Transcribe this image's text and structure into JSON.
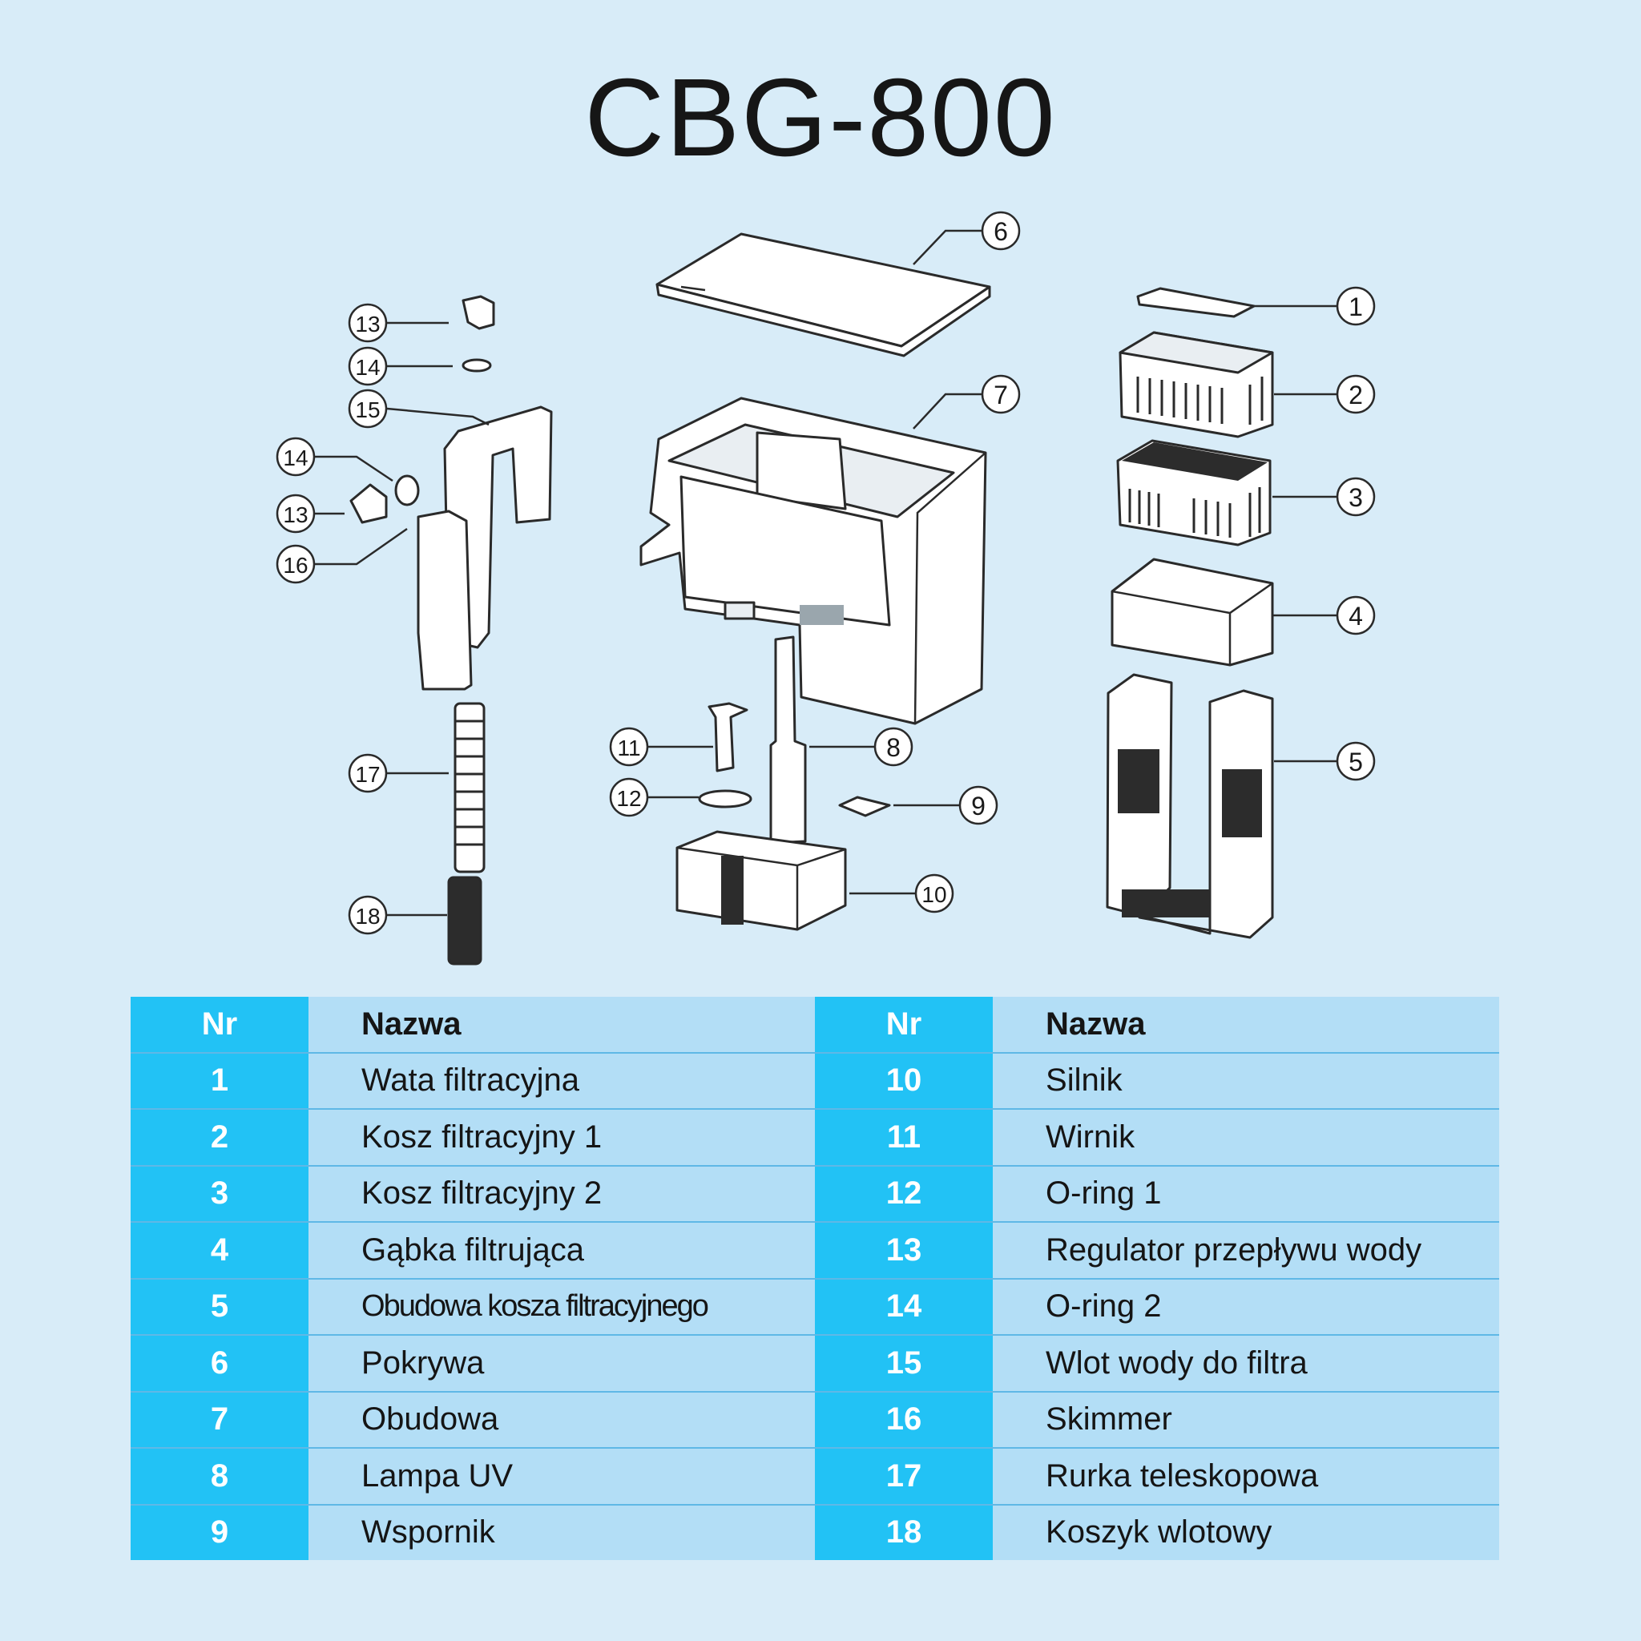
{
  "title": "CBG-800",
  "callouts": [
    "1",
    "2",
    "3",
    "4",
    "5",
    "6",
    "7",
    "8",
    "9",
    "10",
    "11",
    "12",
    "13",
    "14",
    "15",
    "16",
    "17",
    "18"
  ],
  "table": {
    "header_nr": "Nr",
    "header_name": "Nazwa",
    "rows": [
      {
        "left_nr": "1",
        "left_name": "Wata filtracyjna",
        "right_nr": "10",
        "right_name": "Silnik"
      },
      {
        "left_nr": "2",
        "left_name": "Kosz filtracyjny 1",
        "right_nr": "11",
        "right_name": "Wirnik"
      },
      {
        "left_nr": "3",
        "left_name": "Kosz filtracyjny 2",
        "right_nr": "12",
        "right_name": "O-ring 1"
      },
      {
        "left_nr": "4",
        "left_name": "Gąbka filtrująca",
        "right_nr": "13",
        "right_name": "Regulator przepływu wody"
      },
      {
        "left_nr": "5",
        "left_name": "Obudowa kosza filtracyjnego",
        "right_nr": "14",
        "right_name": "O-ring 2"
      },
      {
        "left_nr": "6",
        "left_name": "Pokrywa",
        "right_nr": "15",
        "right_name": "Wlot wody do filtra"
      },
      {
        "left_nr": "7",
        "left_name": "Obudowa",
        "right_nr": "16",
        "right_name": "Skimmer"
      },
      {
        "left_nr": "8",
        "left_name": "Lampa UV",
        "right_nr": "17",
        "right_name": "Rurka teleskopowa"
      },
      {
        "left_nr": "9",
        "left_name": "Wspornik",
        "right_nr": "18",
        "right_name": "Koszyk wlotowy"
      }
    ]
  },
  "colors": {
    "background": "#d8ecf8",
    "nr_column": "#22c2f5",
    "name_column": "#b3def6",
    "title": "#161616"
  }
}
